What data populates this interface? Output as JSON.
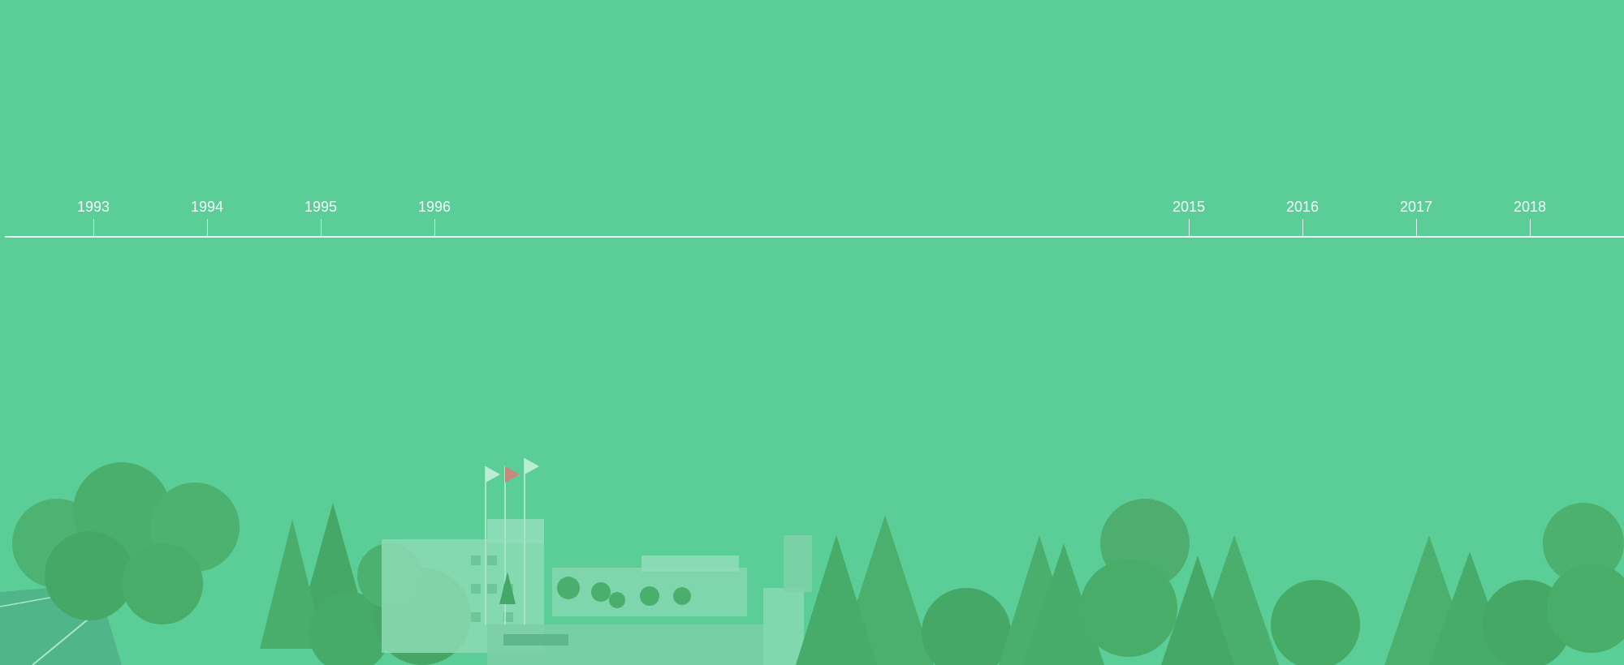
{
  "timeline": {
    "years": [
      "1993",
      "1994",
      "1995",
      "1996",
      "2015",
      "2016",
      "2017",
      "2018"
    ]
  },
  "colors": {
    "background": "#5bce98",
    "line": "#e8fff3",
    "label": "#ffffff"
  },
  "icons": {
    "background_image": "campus-landscape"
  }
}
